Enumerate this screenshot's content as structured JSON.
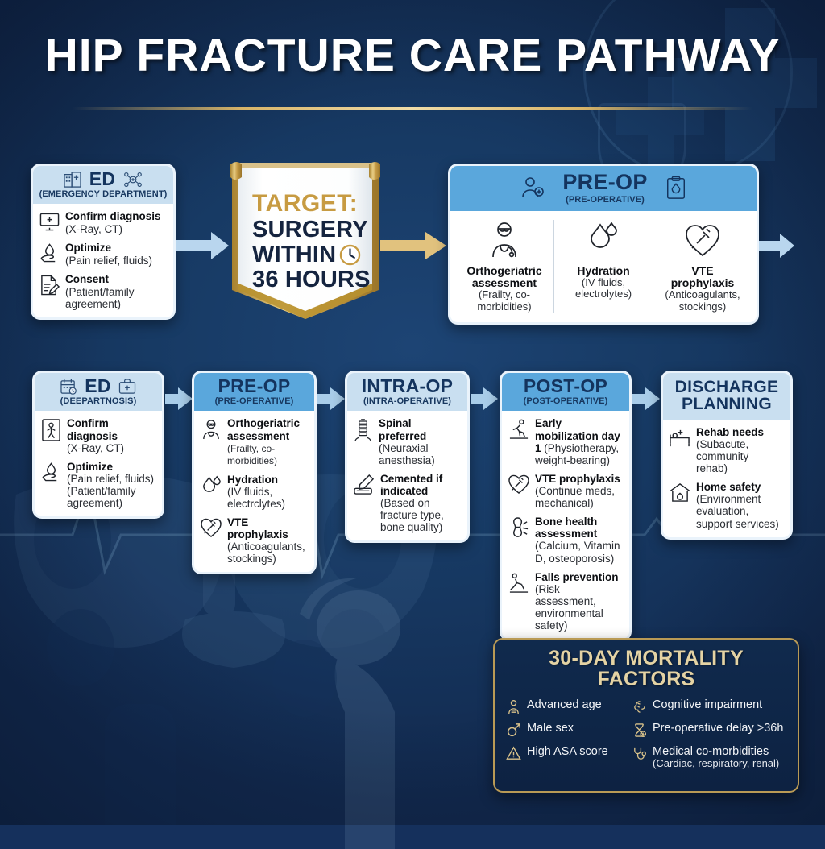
{
  "page": {
    "title": "HIP FRACTURE CARE PATHWAY",
    "accent_gold": "#d8b468",
    "accent_blue": "#5aa7dc",
    "background_navy": "#15305c"
  },
  "banner": {
    "line1": "TARGET:",
    "line2a": "SURGERY",
    "line2b": "WITHIN",
    "line2c": "36 HOURS",
    "clock_icon": "clock-icon"
  },
  "top_row": {
    "ed_card": {
      "title": "ED",
      "subtitle": "(EMERGENCY DEPARTMENT)",
      "head_icons": [
        "hospital-icon",
        "medical-network-icon"
      ],
      "items": [
        {
          "icon": "monitor-icon",
          "label": "Confirm diagnosis",
          "detail": "(X-Ray, CT)"
        },
        {
          "icon": "hand-drop-icon",
          "label": "Optimize",
          "detail": "(Pain relief, fluids)"
        },
        {
          "icon": "document-pen-icon",
          "label": "Consent",
          "detail": "(Patient/family agreement)"
        }
      ]
    },
    "preop_panel": {
      "title": "PRE-OP",
      "subtitle": "(PRE-OPERATIVE)",
      "head_icons": [
        "doctor-icon",
        "clipboard-icon"
      ],
      "columns": [
        {
          "icon": "geriatrician-icon",
          "label": "Orthogeriatric assessment",
          "detail": "(Frailty, co-morbidities)"
        },
        {
          "icon": "water-drop-icon",
          "label": "Hydration",
          "detail": "(IV fluids, electrolytes)"
        },
        {
          "icon": "heart-syringe-icon",
          "label": "VTE prophylaxis",
          "detail": "(Anticoagulants, stockings)"
        }
      ]
    }
  },
  "pathway": [
    {
      "key": "ed",
      "title": "ED",
      "subtitle": "(DEEPARTNOSIS)",
      "head_style": "light",
      "head_icons": [
        "calendar-clock-icon",
        "medical-bag-icon"
      ],
      "items": [
        {
          "icon": "xray-icon",
          "label": "Confirm diagnosis",
          "detail": "(X-Ray, CT)"
        },
        {
          "icon": "hand-drop-icon",
          "label": "Optimize",
          "detail": "(Pain relief, fluids) (Patient/family agreement)"
        }
      ]
    },
    {
      "key": "preop",
      "title": "PRE-OP",
      "subtitle": "(PRE-OPERATIVE)",
      "head_style": "mid",
      "head_icons": [],
      "items": [
        {
          "icon": "geriatrician-icon",
          "label": "Orthogeriatric assessment",
          "detail": "(Frailty, co-morbidities)"
        },
        {
          "icon": "water-drop-icon",
          "label": "Hydration",
          "detail": "(IV fluids, electrclytes)"
        },
        {
          "icon": "heart-syringe-icon",
          "label": "VTE prophylaxis",
          "detail": "(Anticoagulants, stockings)"
        }
      ]
    },
    {
      "key": "intraop",
      "title": "INTRA-OP",
      "subtitle": "(INTRA-OPERATIVE)",
      "head_style": "light",
      "head_icons": [],
      "items": [
        {
          "icon": "spine-icon",
          "label": "Spinal preferred",
          "detail": "(Neuraxial anesthesia)"
        },
        {
          "icon": "cement-icon",
          "label": "Cemented if indicated",
          "detail": "(Based on fracture type, bone quality)"
        }
      ]
    },
    {
      "key": "postop",
      "title": "POST-OP",
      "subtitle": "(POST-OPERATIVE)",
      "head_style": "mid",
      "head_icons": [],
      "items": [
        {
          "icon": "walking-rehab-icon",
          "label": "Early mobilization day 1",
          "detail": "(Physiotherapy, weight-bearing)"
        },
        {
          "icon": "heart-syringe-icon",
          "label": "VTE prophylaxis",
          "detail": "(Continue meds, mechanical)"
        },
        {
          "icon": "bone-joint-icon",
          "label": "Bone health assessment",
          "detail": "(Calcium, Vitamin D, osteoporosis)"
        },
        {
          "icon": "falls-icon",
          "label": "Falls prevention",
          "detail": "(Risk assessment, environmental safety)"
        }
      ]
    },
    {
      "key": "discharge",
      "title": "DISCHARGE PLANNING",
      "subtitle": "",
      "head_style": "light",
      "head_icons": [],
      "items": [
        {
          "icon": "hospital-bed-icon",
          "label": "Rehab needs",
          "detail": "(Subacute, community rehab)"
        },
        {
          "icon": "home-safety-icon",
          "label": "Home safety",
          "detail": "(Environment evaluation, support services)"
        }
      ]
    }
  ],
  "mortality": {
    "title_line1": "30-DAY MORTALITY",
    "title_line2": "FACTORS",
    "left": [
      {
        "icon": "elderly-person-icon",
        "label": "Advanced age",
        "detail": ""
      },
      {
        "icon": "male-sign-icon",
        "label": "Male sex",
        "detail": ""
      },
      {
        "icon": "warning-triangle-icon",
        "label": "High ASA score",
        "detail": ""
      }
    ],
    "right": [
      {
        "icon": "brain-icon",
        "label": "Cognitive impairment",
        "detail": ""
      },
      {
        "icon": "hourglass-icon",
        "label": "Pre-operative delay >36h",
        "detail": ""
      },
      {
        "icon": "stethoscope-icon",
        "label": "Medical co-morbidities",
        "detail": "(Cardiac, respiratory, renal)"
      }
    ]
  }
}
